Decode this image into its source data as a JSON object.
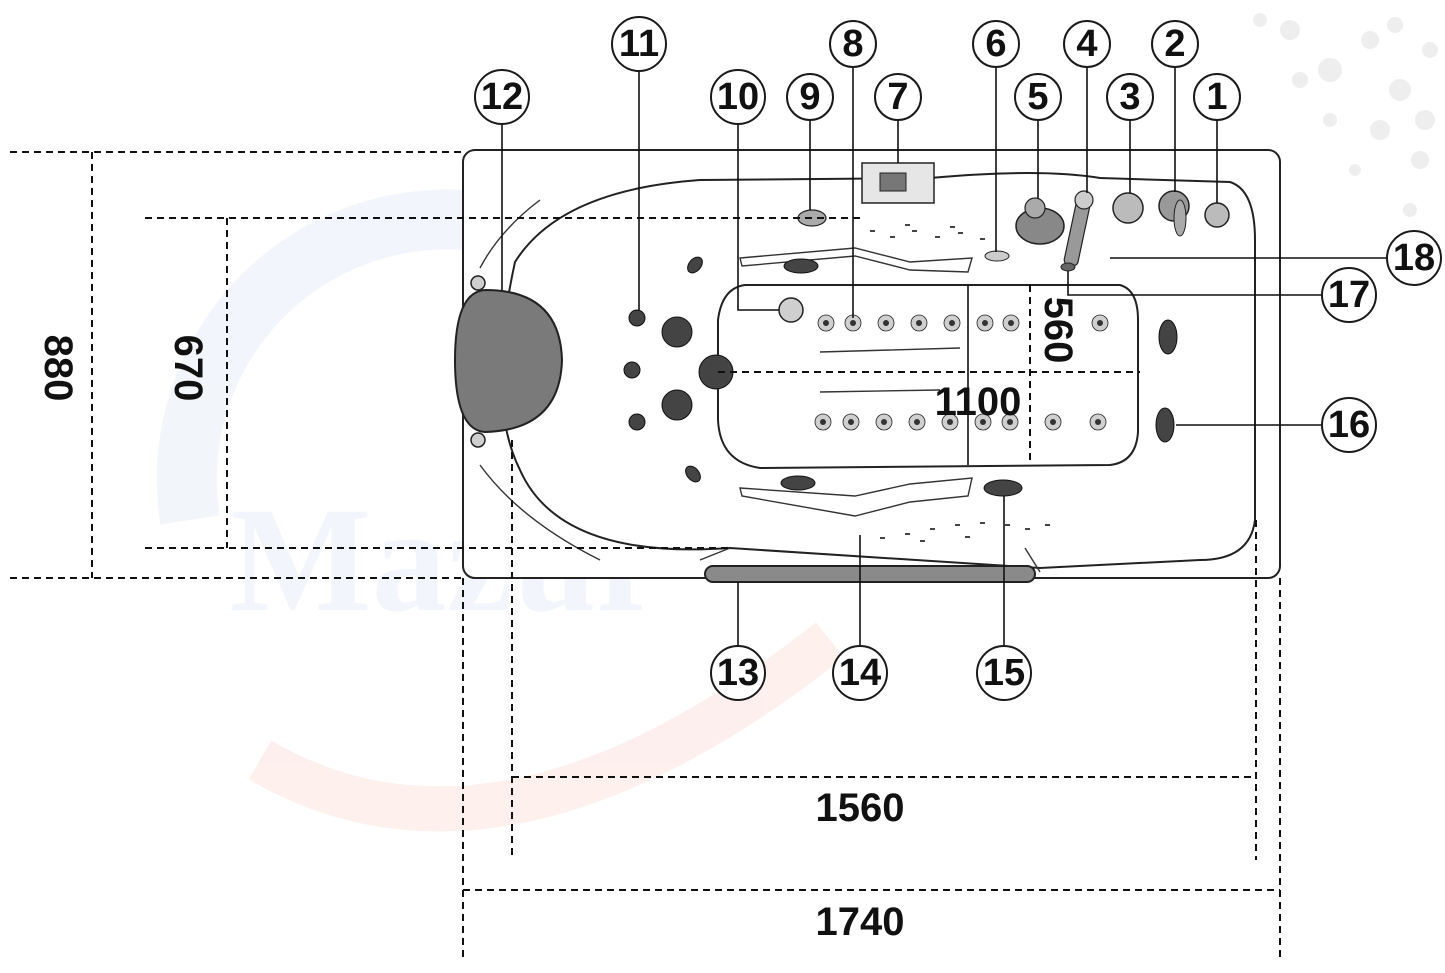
{
  "diagram": {
    "watermark": "Mazur",
    "callouts": [
      "1",
      "2",
      "3",
      "4",
      "5",
      "6",
      "7",
      "8",
      "9",
      "10",
      "11",
      "12",
      "13",
      "14",
      "15",
      "16",
      "17",
      "18"
    ],
    "dimensions": {
      "outer_width": "1740",
      "inner_width": "1560",
      "outer_depth": "880",
      "inner_depth": "670",
      "seat_width": "560",
      "seat_length": "1100"
    }
  }
}
